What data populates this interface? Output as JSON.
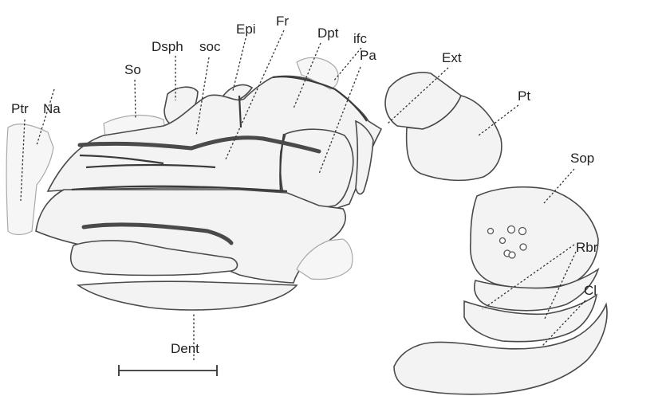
{
  "labels": {
    "ptr": "Ptr",
    "na": "Na",
    "so": "So",
    "dsph": "Dsph",
    "soc": "soc",
    "epi": "Epi",
    "fr": "Fr",
    "dpt": "Dpt",
    "ifc": "ifc",
    "pa": "Pa",
    "ext": "Ext",
    "pt": "Pt",
    "sop": "Sop",
    "rbr": "Rbr",
    "cl": "Cl",
    "dent": "Dent"
  }
}
